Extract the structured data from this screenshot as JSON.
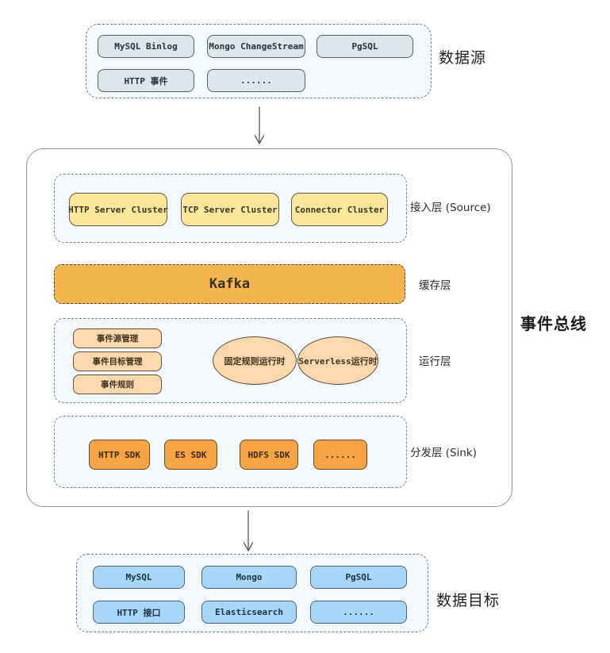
{
  "diagram": {
    "data_source": {
      "label": "数据源",
      "items": [
        "MySQL Binlog",
        "Mongo ChangeStream",
        "PgSQL",
        "HTTP 事件",
        "......"
      ]
    },
    "event_bus": {
      "label": "事件总线",
      "access_layer": {
        "label": "接入层 (Source)",
        "items": [
          "HTTP Server Cluster",
          "TCP Server Cluster",
          "Connector Cluster"
        ]
      },
      "cache_layer": {
        "label": "缓存层",
        "node": "Kafka"
      },
      "runtime_layer": {
        "label": "运行层",
        "management_items": [
          "事件源管理",
          "事件目标管理",
          "事件规则"
        ],
        "runtime_nodes": [
          "固定规则运行时",
          "Serverless运行时"
        ]
      },
      "sink_layer": {
        "label": "分发层 (Sink)",
        "items": [
          "HTTP SDK",
          "ES SDK",
          "HDFS SDK",
          "......"
        ]
      }
    },
    "data_target": {
      "label": "数据目标",
      "items": [
        "MySQL",
        "Mongo",
        "PgSQL",
        "HTTP 接口",
        "Elasticsearch",
        "......"
      ]
    },
    "colors": {
      "container_bg": "#f4f9fd",
      "source_node": "#dbe7ec",
      "access_node": "#fce79d",
      "kafka_node": "#f4b44e",
      "runtime_node": "#fbd8ae",
      "sink_node": "#f6a444",
      "target_node": "#a8d6f8"
    }
  }
}
